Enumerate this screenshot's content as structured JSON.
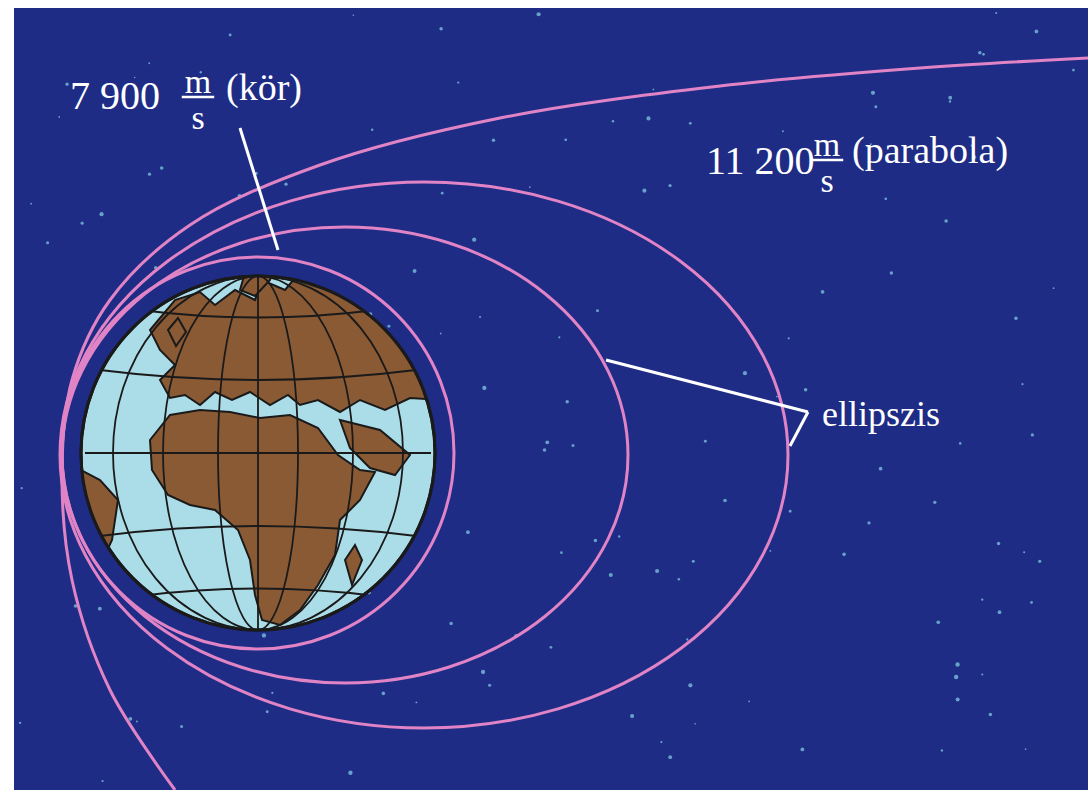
{
  "diagram": {
    "labels": [
      "7 900",
      "m",
      "s",
      "(kör)",
      "11 200",
      "m",
      "s",
      "(parabola)",
      "ellipszis"
    ]
  }
}
